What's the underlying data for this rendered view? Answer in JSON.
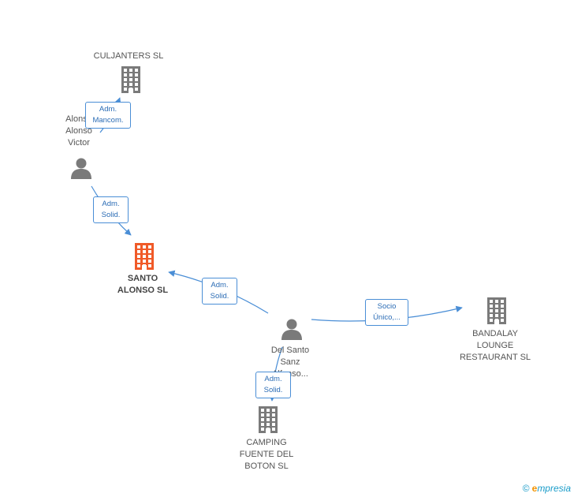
{
  "colors": {
    "edge": "#4a8ed6",
    "company": "#7a7a7a",
    "company_main": "#f05a28",
    "person": "#7a7a7a"
  },
  "nodes": [
    {
      "id": "culjanters",
      "type": "company",
      "label": "CULJANTERS SL"
    },
    {
      "id": "alonso",
      "type": "person",
      "label": "Alonso\nAlonso\nVictor"
    },
    {
      "id": "santo",
      "type": "company_main",
      "label": "SANTO\nALONSO SL"
    },
    {
      "id": "delsanto",
      "type": "person",
      "label": "Del Santo\nSanz\nAlfonso..."
    },
    {
      "id": "bandalay",
      "type": "company",
      "label": "BANDALAY\nLOUNGE\nRESTAURANT SL"
    },
    {
      "id": "camping",
      "type": "company",
      "label": "CAMPING\nFUENTE DEL\nBOTON SL"
    }
  ],
  "edges": [
    {
      "from": "alonso",
      "to": "culjanters",
      "label": "Adm.\nMancom."
    },
    {
      "from": "alonso",
      "to": "santo",
      "label": "Adm.\nSolid."
    },
    {
      "from": "delsanto",
      "to": "santo",
      "label": "Adm.\nSolid."
    },
    {
      "from": "delsanto",
      "to": "bandalay",
      "label": "Socio\nÚnico,..."
    },
    {
      "from": "delsanto",
      "to": "camping",
      "label": "Adm.\nSolid."
    }
  ],
  "watermark": {
    "copyright": "©",
    "brand_first": "e",
    "brand_rest": "mpresia"
  }
}
